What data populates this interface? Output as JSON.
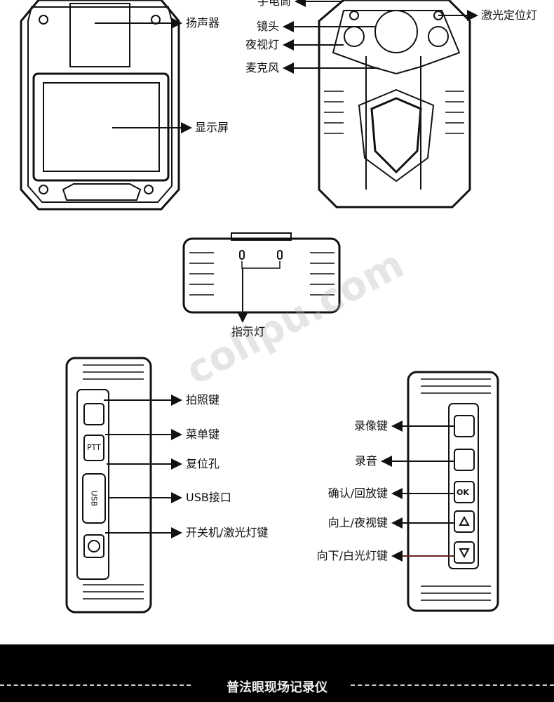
{
  "back_view": {
    "speaker": "扬声器",
    "screen": "显示屏"
  },
  "front_view": {
    "flashlight": "手电筒",
    "lens": "镜头",
    "night_light": "夜视灯",
    "microphone": "麦克风",
    "laser": "激光定位灯"
  },
  "top_view": {
    "indicator": "指示灯"
  },
  "left_side": {
    "photo": "拍照键",
    "menu": "菜单键",
    "reset": "复位孔",
    "usb": "USB接口",
    "power": "开关机/激光灯键",
    "button_usb": "USB",
    "button_ptt": "PTT"
  },
  "right_side": {
    "record_video": "录像键",
    "record_audio": "录音",
    "confirm": "确认/回放键",
    "up": "向上/夜视键",
    "down": "向下/白光灯键",
    "button_ok": "OK"
  },
  "watermark": "colipu.com",
  "footer": {
    "title": "普法眼现场记录仪"
  }
}
